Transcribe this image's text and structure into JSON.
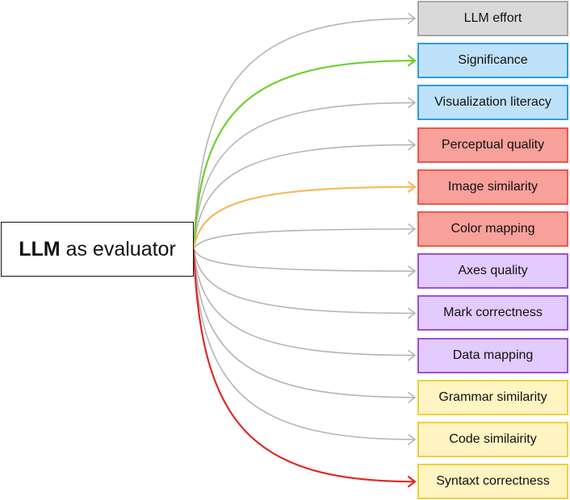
{
  "source": {
    "bold": "LLM",
    "rest": "as evaluator"
  },
  "targets": [
    {
      "label": "LLM effort",
      "fill": "#d9d9d9",
      "border": "#a6a6a6",
      "arrow": "#b5b5b5"
    },
    {
      "label": "Significance",
      "fill": "#bfe2fb",
      "border": "#2e9be6",
      "arrow": "#6fcf2f"
    },
    {
      "label": "Visualization literacy",
      "fill": "#bfe2fb",
      "border": "#2e9be6",
      "arrow": "#b5b5b5"
    },
    {
      "label": "Perceptual quality",
      "fill": "#f8a09a",
      "border": "#e85a52",
      "arrow": "#b5b5b5"
    },
    {
      "label": "Image similarity",
      "fill": "#f8a09a",
      "border": "#e85a52",
      "arrow": "#f5b95c"
    },
    {
      "label": "Color mapping",
      "fill": "#f8a09a",
      "border": "#e85a52",
      "arrow": "#b5b5b5"
    },
    {
      "label": "Axes quality",
      "fill": "#e3caff",
      "border": "#9b4fe0",
      "arrow": "#b5b5b5"
    },
    {
      "label": "Mark correctness",
      "fill": "#e3caff",
      "border": "#9b4fe0",
      "arrow": "#b5b5b5"
    },
    {
      "label": "Data mapping",
      "fill": "#e3caff",
      "border": "#9b4fe0",
      "arrow": "#b5b5b5"
    },
    {
      "label": "Grammar similarity",
      "fill": "#fff4c2",
      "border": "#f2cf3c",
      "arrow": "#b5b5b5"
    },
    {
      "label": "Code similairity",
      "fill": "#fff4c2",
      "border": "#f2cf3c",
      "arrow": "#b5b5b5"
    },
    {
      "label": "Syntaxt correctness",
      "fill": "#fff4c2",
      "border": "#f2cf3c",
      "arrow": "#dd2b25"
    }
  ]
}
